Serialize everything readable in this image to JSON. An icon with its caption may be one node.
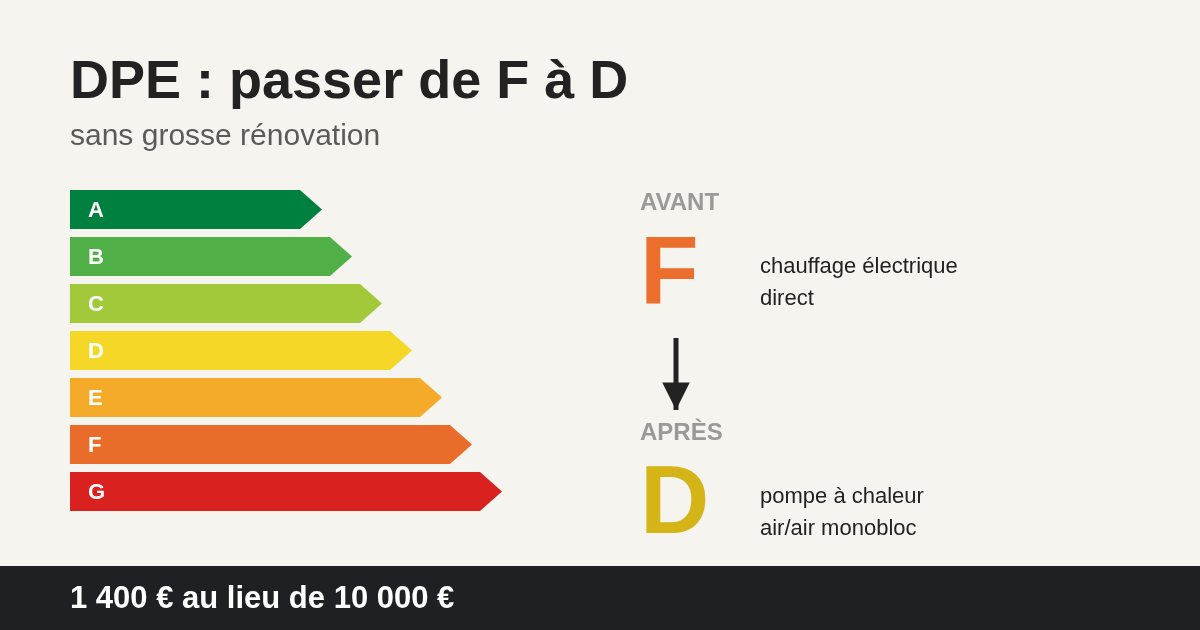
{
  "diagram": {
    "title": "DPE : passer de F à D",
    "nodes": [
      {
        "text": [
          "A"
        ]
      },
      {
        "text": [
          "B"
        ]
      },
      {
        "text": [
          "C"
        ]
      },
      {
        "text": [
          "D"
        ]
      },
      {
        "text": [
          "E"
        ]
      },
      {
        "text": [
          "F"
        ]
      },
      {
        "text": [
          "G"
        ]
      },
      {
        "text": [
          "AVANT",
          "F"
        ],
        "beside": [
          "chauffage électrique direct"
        ]
      },
      {
        "text": [
          "APRÈS",
          "D"
        ],
        "beside": [
          "pompe à chaleur air/air monobloc"
        ]
      }
    ],
    "edges": [
      {
        "from": 7,
        "to": 8,
        "arrow": "to"
      }
    ],
    "labels": [
      "sans grosse rénovation",
      "1 400 € au lieu de 10 000 €"
    ]
  }
}
